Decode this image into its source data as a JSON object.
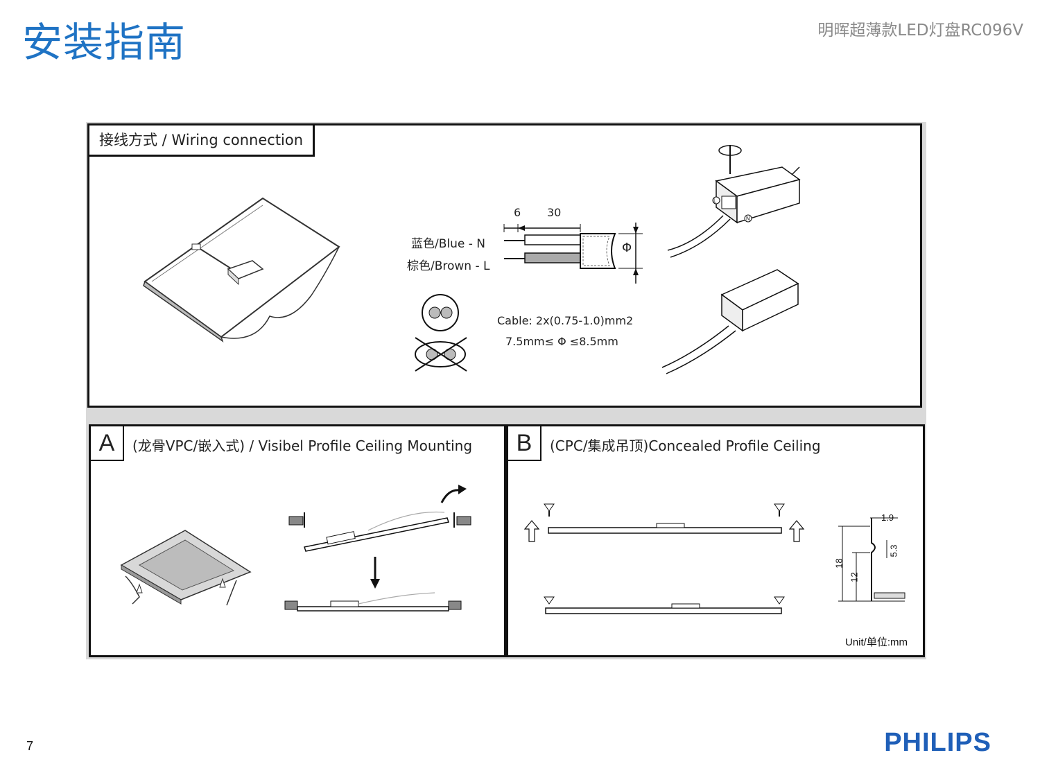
{
  "header": {
    "title": "安装指南",
    "subtitle": "明晖超薄款LED灯盘RC096V"
  },
  "wiring": {
    "title": "接线方式 / Wiring connection",
    "dim_strip": "6",
    "dim_length": "30",
    "wire_n": "蓝色/Blue   - N",
    "wire_l": "棕色/Brown - L",
    "phi": "Φ",
    "cable_spec": "Cable: 2x(0.75-1.0)mm2",
    "diameter_spec": "7.5mm≤ Φ ≤8.5mm",
    "terminal_l": "L",
    "terminal_n": "N"
  },
  "section_a": {
    "letter": "A",
    "title": "(龙骨VPC/嵌入式) / Visibel Profile Ceiling Mounting"
  },
  "section_b": {
    "letter": "B",
    "title": "(CPC/集成吊顶)Concealed Profile Ceiling",
    "dim_1_9": "1.9",
    "dim_5_3": "5.3",
    "dim_18": "18",
    "dim_12": "12",
    "unit": "Unit/单位:mm"
  },
  "footer": {
    "page_number": "7",
    "brand": "PHILIPS"
  }
}
